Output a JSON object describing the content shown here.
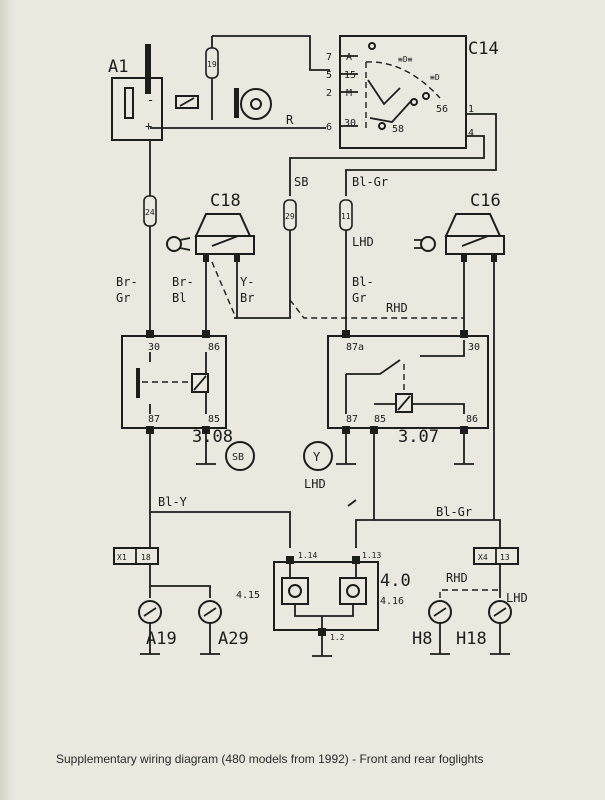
{
  "labels": {
    "a1": "A1",
    "c14": "C14",
    "c18": "C18",
    "c16": "C16",
    "fuse19": "19",
    "fuse24": "24",
    "fuse29": "29",
    "fuse11": "11",
    "r": "R",
    "sb_top": "SB",
    "blgr_top": "Bl-Gr",
    "lhd_top": "LHD",
    "br": "Br-",
    "gr": "Gr",
    "br2": "Br-",
    "bl": "Bl",
    "y": "Y-",
    "br3": "Br",
    "bl2": "Bl-",
    "gr2": "Gr",
    "rhd_mid": "RHD",
    "p30a": "30",
    "p86a": "86",
    "p87a": "87",
    "p85a": "85",
    "p87a_b": "87a",
    "p30b": "30",
    "p87b": "87",
    "p85b": "85",
    "p86b": "86",
    "r308": "3.08",
    "r307": "3.07",
    "sb_circle": "SB",
    "y_circle": "Y",
    "lhd_mid": "LHD",
    "bly": "Bl-Y",
    "blgr_bot": "Bl-Gr",
    "x1": "X1",
    "x1n": "18",
    "x4": "X4",
    "x4n": "13",
    "p114": "1.14",
    "p113": "1.13",
    "r40": "4.0",
    "p415": "4.15",
    "p416": "4.16",
    "p12": "1.2",
    "rhd_bot": "RHD",
    "lhd_bot": "LHD",
    "a19": "A19",
    "a29": "A29",
    "h8": "H8",
    "h18": "H18",
    "c14_7": "7",
    "c14_5": "5",
    "c14_2": "2",
    "c14_6": "6",
    "c14_A": "A",
    "c14_15": "15",
    "c14_M": "M",
    "c14_30": "30",
    "c14_58": "58",
    "c14_56": "56",
    "c14_1": "1",
    "c14_4": "4",
    "a1_minus": "-",
    "a1_plus": "+"
  },
  "caption": "Supplementary wiring diagram (480 models from 1992) -  Front and rear foglights"
}
